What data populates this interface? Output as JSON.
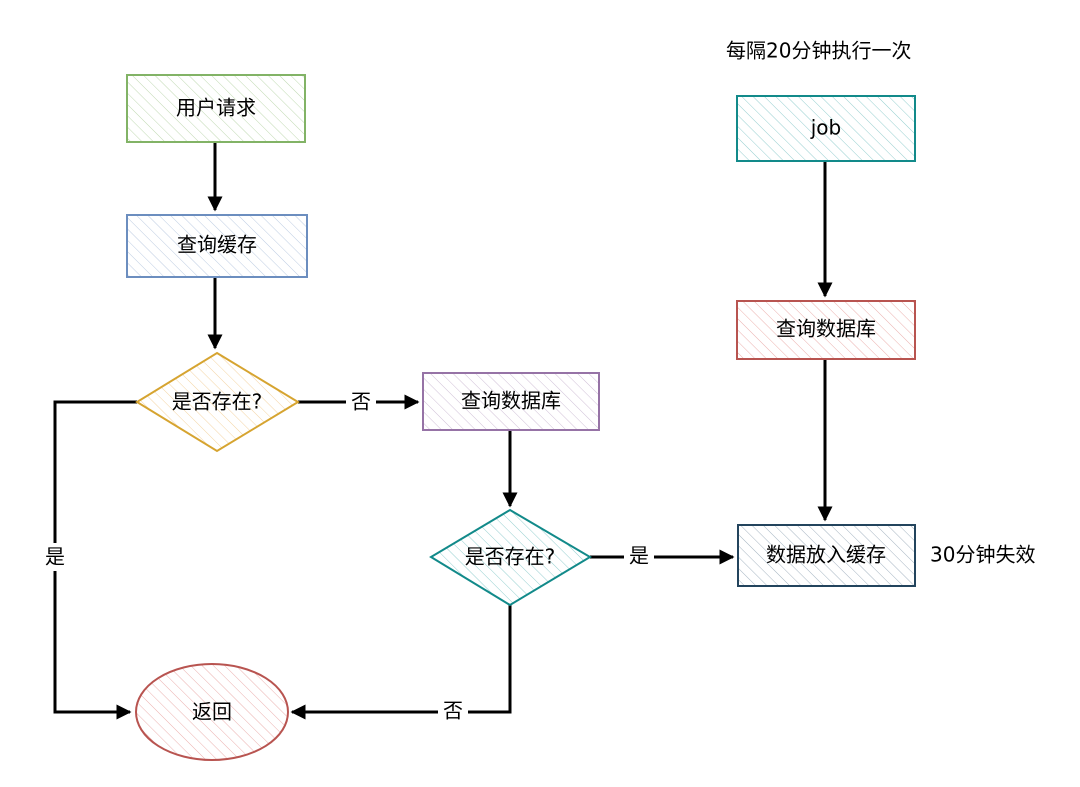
{
  "nodes": {
    "user_request": {
      "label": "用户请求",
      "stroke": "#82b366",
      "fill": "#d5e8d4"
    },
    "query_cache": {
      "label": "查询缓存",
      "stroke": "#6c8ebf",
      "fill": "#dae8fc"
    },
    "exists_1": {
      "label": "是否存在?",
      "stroke": "#d6a430",
      "fill": "#ffe6cc"
    },
    "query_db_1": {
      "label": "查询数据库",
      "stroke": "#9673a6",
      "fill": "#e1d5e7"
    },
    "exists_2": {
      "label": "是否存在?",
      "stroke": "#128a8a",
      "fill": "#b0e3e6"
    },
    "return": {
      "label": "返回",
      "stroke": "#b85450",
      "fill": "#f8cecc"
    },
    "job": {
      "label": "job",
      "stroke": "#128a8a",
      "fill": "#b0e3e6"
    },
    "query_db_2": {
      "label": "查询数据库",
      "stroke": "#b85450",
      "fill": "#f8cecc"
    },
    "put_cache": {
      "label": "数据放入缓存",
      "stroke": "#23445d",
      "fill": "#bac8d3"
    }
  },
  "edge_labels": {
    "no_1": "否",
    "yes_1": "是",
    "yes_2": "是",
    "no_2": "否"
  },
  "annotations": {
    "schedule": "每隔20分钟执行一次",
    "expire": "30分钟失效"
  },
  "colors": {
    "edge": "#000000",
    "background": "#ffffff"
  }
}
